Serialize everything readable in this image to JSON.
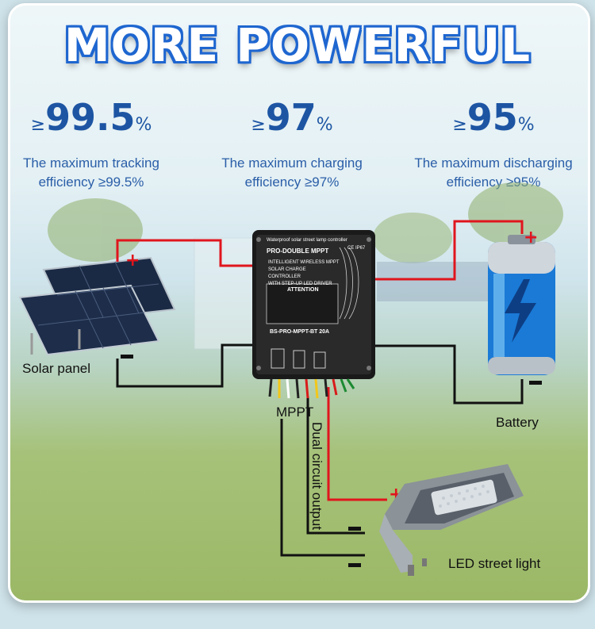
{
  "title": "MORE POWERFUL",
  "stats": [
    {
      "prefix": "≥",
      "value": "99.5",
      "unit": "%",
      "desc_line1": "The maximum tracking",
      "desc_line2": "efficiency ≥99.5%"
    },
    {
      "prefix": "≥",
      "value": "97",
      "unit": "%",
      "desc_line1": "The maximum charging",
      "desc_line2": "efficiency ≥97%"
    },
    {
      "prefix": "≥",
      "value": "95",
      "unit": "%",
      "desc_line1": "The maximum discharging",
      "desc_line2": "efficiency ≥95%"
    }
  ],
  "components": {
    "solar_panel": "Solar panel",
    "battery": "Battery",
    "controller": "MPPT",
    "output": "Dual circuit output",
    "street_light": "LED street light"
  },
  "controller_text": {
    "header": "Waterproof solar street lamp controller",
    "brand": "PRO-DOUBLE MPPT",
    "cert": "CE IP67",
    "desc1": "INTELLIGENT WIRELESS MPPT",
    "desc2": "SOLAR CHARGE CONTROLLER",
    "desc3": "WITH STEP-UP LED DRIVER",
    "attention": "ATTENTION",
    "model": "BS-PRO-MPPT-BT 20A"
  },
  "colors": {
    "positive": "#e0151d",
    "negative": "#111111",
    "accent": "#1e66d0",
    "text_blue": "#1d55a3"
  }
}
